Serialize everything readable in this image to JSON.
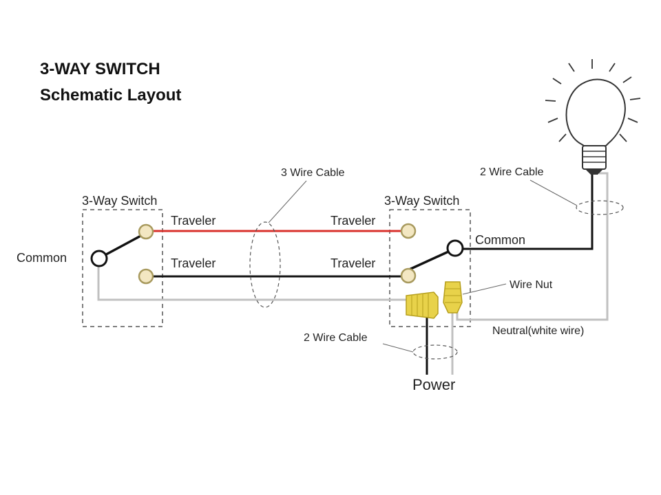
{
  "title": {
    "line1": "3-WAY SWITCH",
    "line2": "Schematic Layout"
  },
  "labels": {
    "left_switch": "3-Way Switch",
    "right_switch": "3-Way Switch",
    "three_wire_cable": "3 Wire Cable",
    "two_wire_cable_top": "2 Wire Cable",
    "two_wire_cable_bottom": "2 Wire Cable",
    "common_left": "Common",
    "common_right": "Common",
    "traveler_top_left": "Traveler",
    "traveler_top_right": "Traveler",
    "traveler_bottom_left": "Traveler",
    "traveler_bottom_right": "Traveler",
    "wire_nut": "Wire Nut",
    "neutral": "Neutral(white wire)",
    "power": "Power"
  },
  "colors": {
    "hot_wire": "#111111",
    "traveler_red": "#d9302b",
    "neutral_wire": "#c0c0c0",
    "terminal_fill": "#f3e7c2",
    "terminal_stroke": "#a89a5e",
    "wire_nut": "#e8d24a",
    "dashed": "#555555"
  }
}
